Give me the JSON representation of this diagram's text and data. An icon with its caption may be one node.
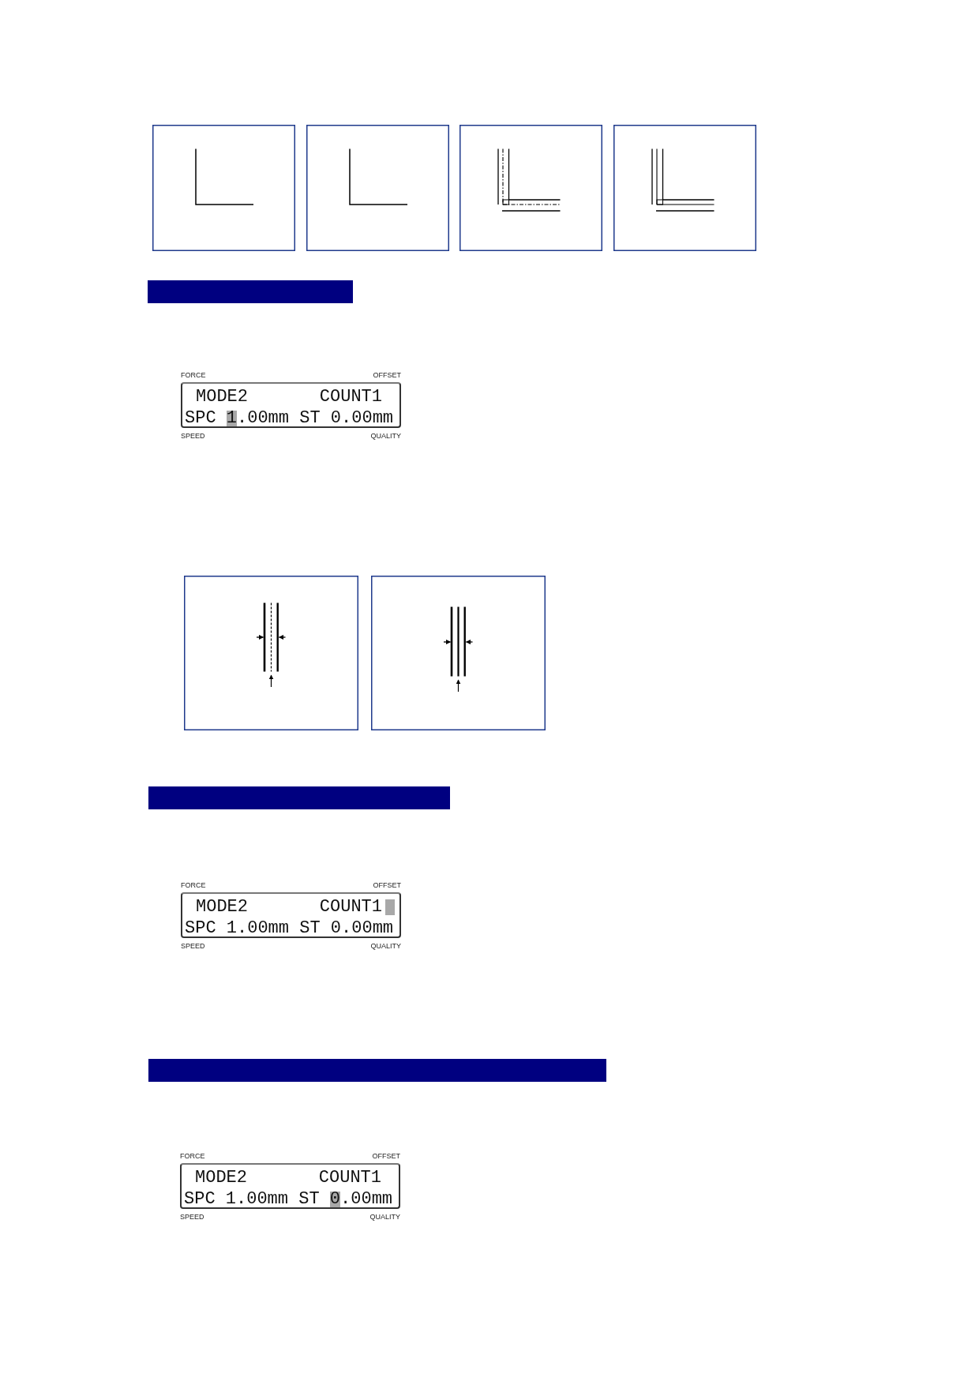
{
  "diagram": {
    "nodes": [
      {
        "text": [],
        "shape": "bar"
      },
      {
        "text": [
          "MODE2",
          "COUNT1",
          "SPC 1.00mm ST 0.00mm"
        ],
        "beside": [
          "FORCE",
          "OFFSET",
          "SPEED",
          "QUALITY"
        ]
      },
      {
        "text": [],
        "shape": "bar"
      },
      {
        "text": [
          "MODE2",
          "COUNT1",
          "SPC 1.00mm ST 0.00mm"
        ],
        "beside": [
          "FORCE",
          "OFFSET",
          "SPEED",
          "QUALITY"
        ]
      },
      {
        "text": [],
        "shape": "bar"
      },
      {
        "text": [
          "MODE2",
          "COUNT1",
          "SPC 1.00mm ST 0.00mm"
        ],
        "beside": [
          "FORCE",
          "OFFSET",
          "SPEED",
          "QUALITY"
        ]
      }
    ]
  }
}
